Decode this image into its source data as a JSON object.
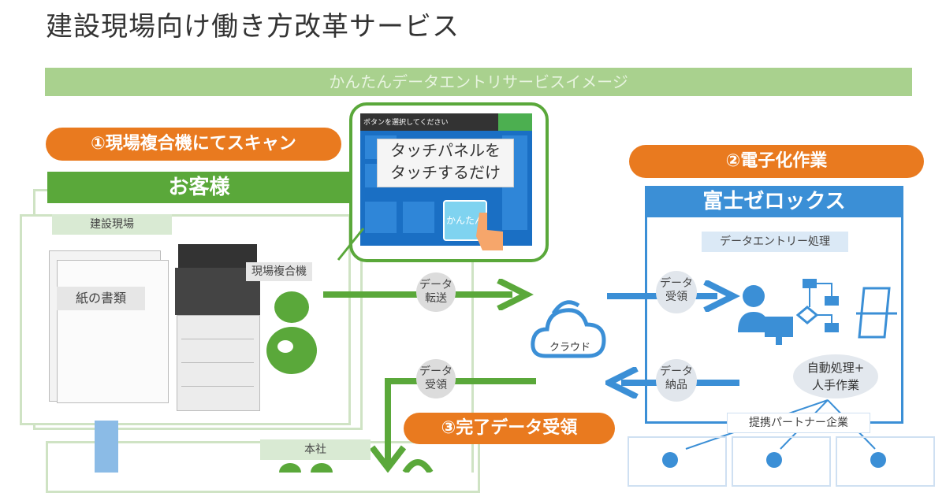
{
  "title": "建設現場向け働き方改革サービス",
  "banner": "かんたんデータエントリサービスイメージ",
  "step1": "①現場複合機にてスキャン",
  "step2": "②電子化作業",
  "step3": "③完了データ受領",
  "customer": "お客様",
  "site_label": "建設現場",
  "paper_docs": "紙の書類",
  "mfp_label": "現場複合機",
  "touch_panel": {
    "header": "ボタンを選択してください",
    "line1": "タッチパネルを",
    "line2": "タッチするだけ",
    "button": "かんたん"
  },
  "transfer1": [
    "データ",
    "転送"
  ],
  "transfer2": [
    "データ",
    "受領"
  ],
  "cloud": "クラウド",
  "fuji": "富士ゼロックス",
  "entry_process": "データエントリー処理",
  "recv": [
    "データ",
    "受領"
  ],
  "deliver": [
    "データ",
    "納品"
  ],
  "auto_process": [
    "自動処理+",
    "人手作業"
  ],
  "partners": "提携パートナー企業",
  "hq": "本社",
  "colors": {
    "green": "#5aa83a",
    "light_green": "#a9d18e",
    "orange": "#e97a1f",
    "blue": "#3b8fd6"
  }
}
